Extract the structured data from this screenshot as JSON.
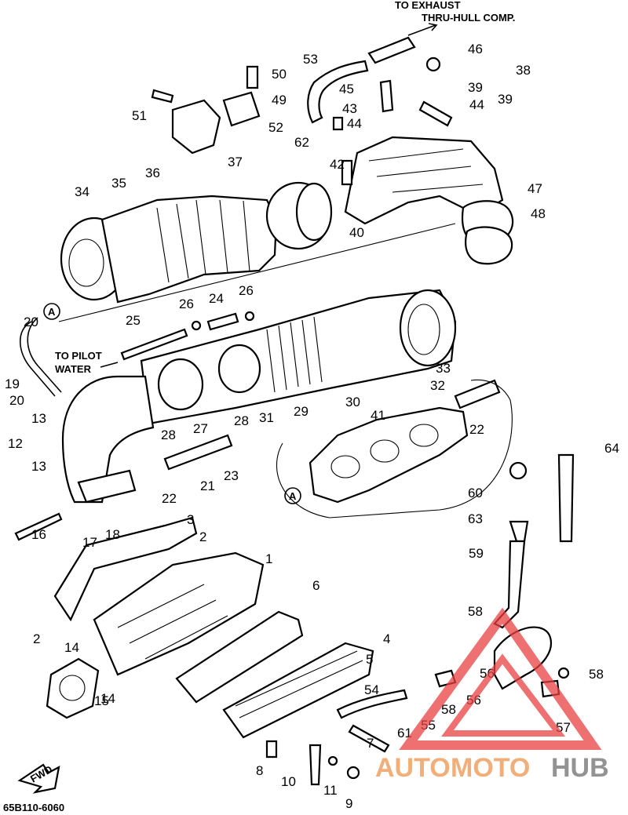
{
  "diagram": {
    "notes": {
      "exhaust_line1": "TO EXHAUST",
      "exhaust_line2": "THRU-HULL COMP.",
      "pilot_line1": "TO PILOT",
      "pilot_line2": "WATER",
      "catalog_code": "65B110-6060",
      "fwd": "FWD",
      "ref_a": "A"
    },
    "watermark": {
      "part1": "AUTO",
      "part2": "MOTO",
      "part3": "HUB",
      "color_main": "#f0a060",
      "color_gray": "#808080",
      "color_logo": "#e84040"
    },
    "callouts": [
      "1",
      "2",
      "2",
      "3",
      "4",
      "5",
      "6",
      "7",
      "8",
      "9",
      "10",
      "11",
      "12",
      "13",
      "13",
      "14",
      "14",
      "15",
      "16",
      "17",
      "18",
      "19",
      "20",
      "20",
      "21",
      "22",
      "22",
      "23",
      "24",
      "25",
      "26",
      "26",
      "27",
      "28",
      "28",
      "29",
      "30",
      "31",
      "32",
      "33",
      "34",
      "35",
      "36",
      "37",
      "38",
      "39",
      "39",
      "40",
      "41",
      "42",
      "43",
      "44",
      "44",
      "45",
      "46",
      "47",
      "48",
      "49",
      "50",
      "51",
      "52",
      "53",
      "54",
      "55",
      "56",
      "56",
      "57",
      "58",
      "58",
      "58",
      "59",
      "60",
      "61",
      "62",
      "63",
      "64"
    ]
  }
}
